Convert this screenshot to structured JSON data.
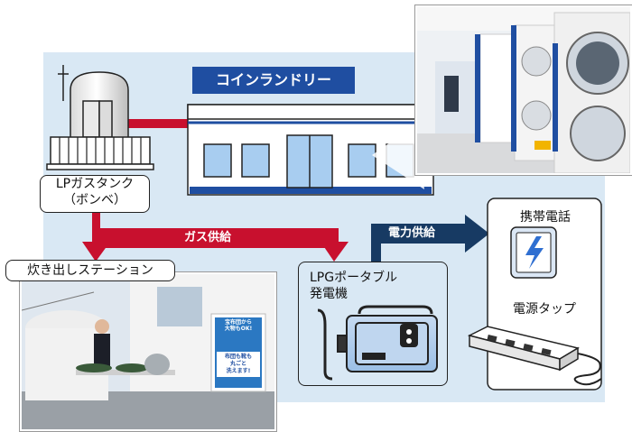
{
  "colors": {
    "background_panel": "#d9e8f4",
    "brand_blue": "#1f4ea1",
    "gas_red": "#c8102e",
    "power_navy": "#173a63",
    "stroke": "#222222"
  },
  "nodes": {
    "laundry_title": "コインランドリー",
    "lp_tank": {
      "line1": "LPガスタンク",
      "line2": "（ボンベ）"
    },
    "cooking_station": "炊き出しステーション",
    "lpg_generator": {
      "line1": "LPGポータブル",
      "line2": "発電機"
    },
    "mobile_phone": "携帯電話",
    "power_strip": "電源タップ"
  },
  "edges": {
    "gas_supply": "ガス供給",
    "power_supply": "電力供給"
  },
  "photo_sign": {
    "top_line1": "宝布団から",
    "top_line2": "大物もOK!",
    "line1": "布団も靴も",
    "line2": "丸ごと",
    "line3": "洗えます!"
  },
  "icons": {
    "tank": "lp-gas-tank-icon",
    "building": "laundromat-building-icon",
    "generator": "portable-generator-icon",
    "phone": "smartphone-charging-icon",
    "strip": "power-strip-icon"
  }
}
